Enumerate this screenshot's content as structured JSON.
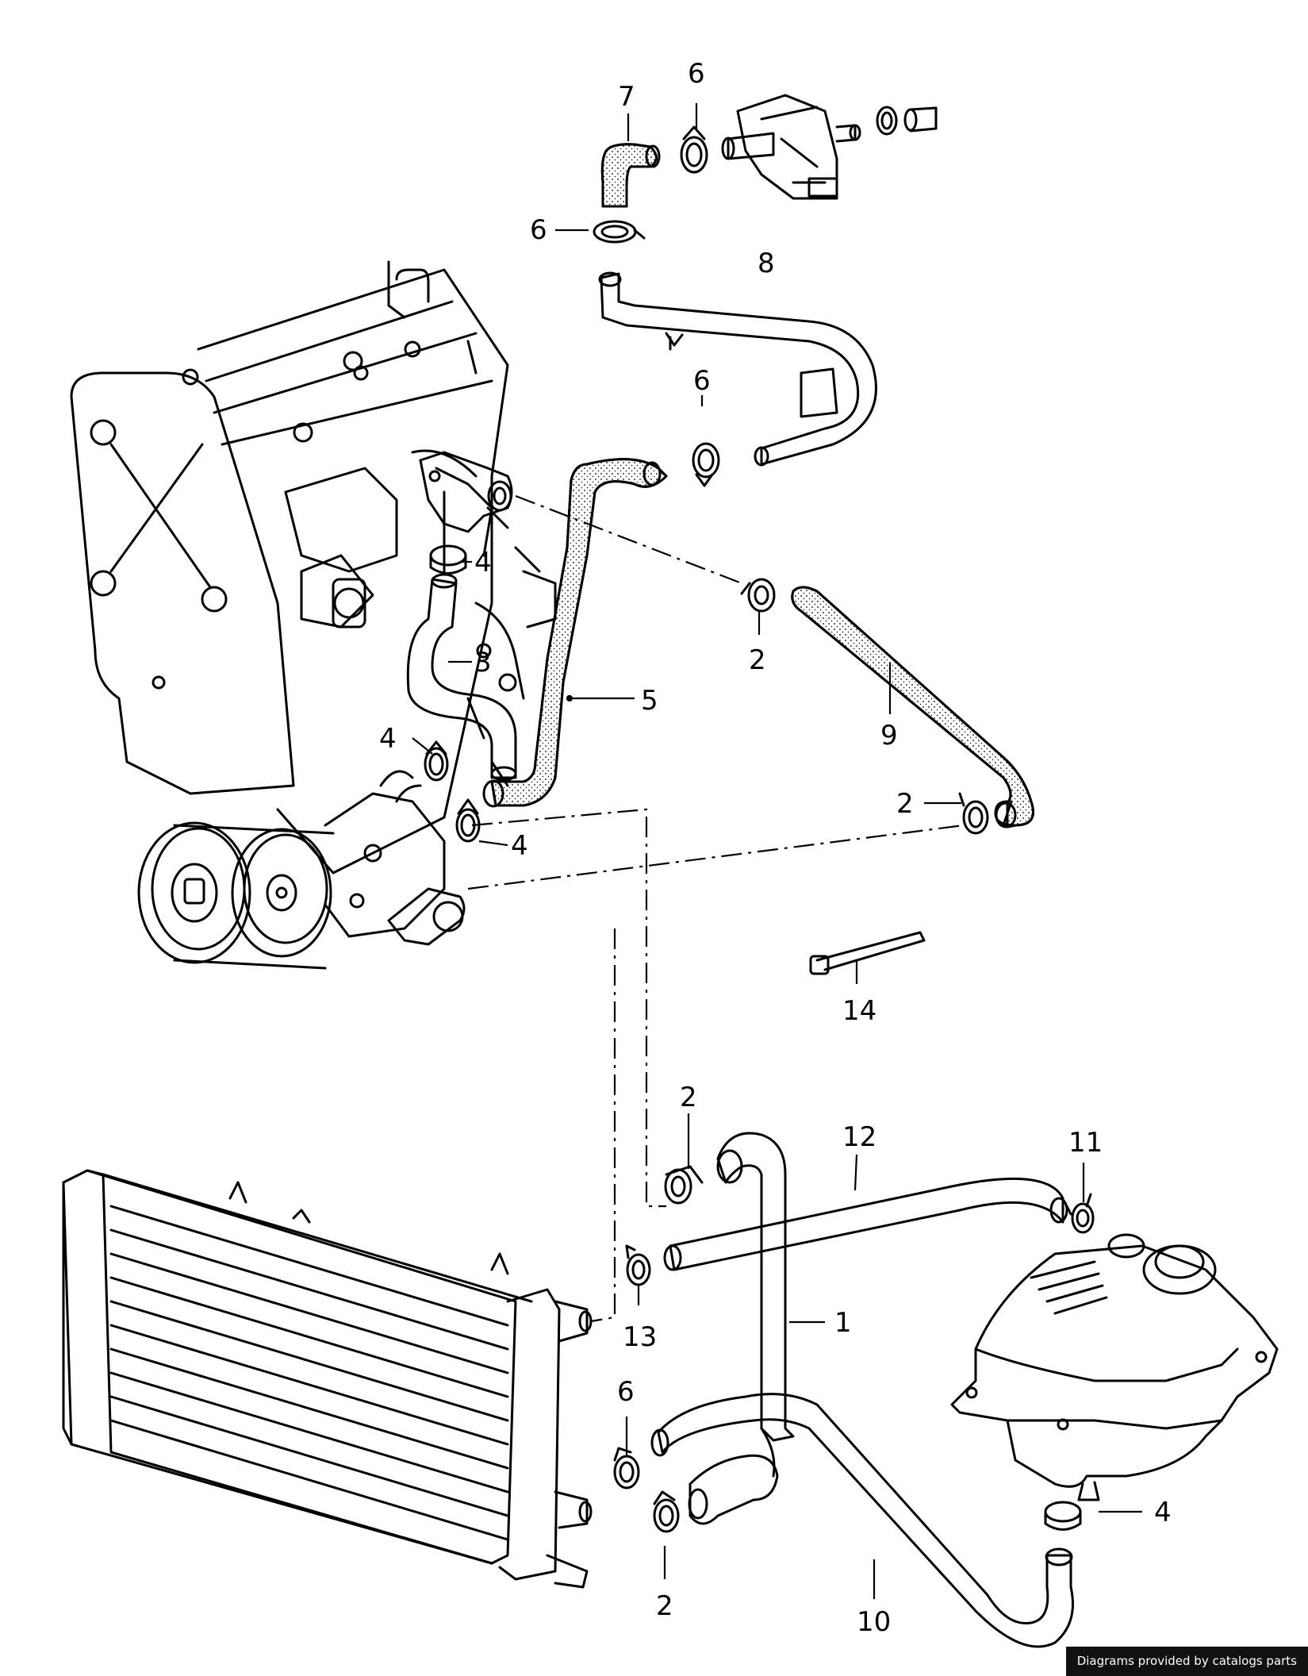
{
  "callouts": {
    "c7": "7",
    "c6_top": "6",
    "c6_left": "6",
    "c8": "8",
    "c6_mid": "6",
    "c4_a": "4",
    "c3": "3",
    "c5": "5",
    "c2_a": "2",
    "c9": "9",
    "c4_b": "4",
    "c2_b": "2",
    "c4_c": "4",
    "c14": "14",
    "c2_c": "2",
    "c12": "12",
    "c11": "11",
    "c13": "13",
    "c1": "1",
    "c6_low": "6",
    "c4_d": "4",
    "c2_d": "2",
    "c10": "10"
  },
  "footer": {
    "credit": "Diagrams provided by catalogs parts"
  },
  "colors": {
    "line": "#000000",
    "background": "#ffffff",
    "badge": "#111111"
  }
}
